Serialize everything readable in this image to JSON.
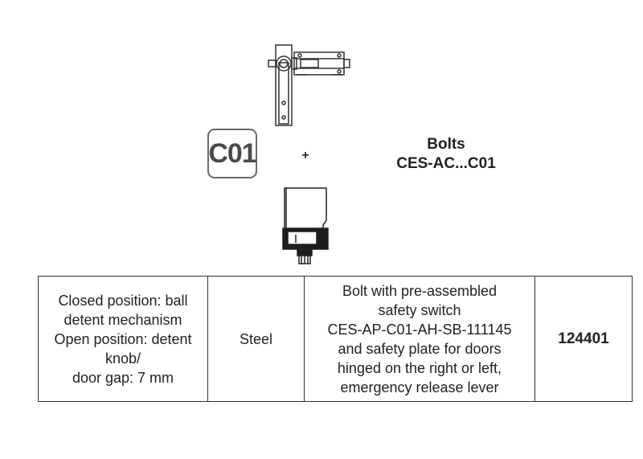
{
  "header": {
    "code_badge": "C01",
    "plus": "+",
    "bolts_title_line1": "Bolts",
    "bolts_title_line2": "CES-AC...C01"
  },
  "icons": {
    "top": "bolt-drawing-icon",
    "bottom": "safety-switch-drawing-icon"
  },
  "table": {
    "row": {
      "description": [
        "Closed position: ball",
        "detent mechanism",
        "Open position: detent",
        "knob/",
        "door gap: 7 mm"
      ],
      "material": "Steel",
      "details": [
        "Bolt with pre-assembled",
        "safety switch",
        "CES-AP-C01-AH-SB-111145",
        "and safety plate for doors",
        "hinged on the right or left,",
        "emergency release lever"
      ],
      "order_no": "124401"
    }
  }
}
